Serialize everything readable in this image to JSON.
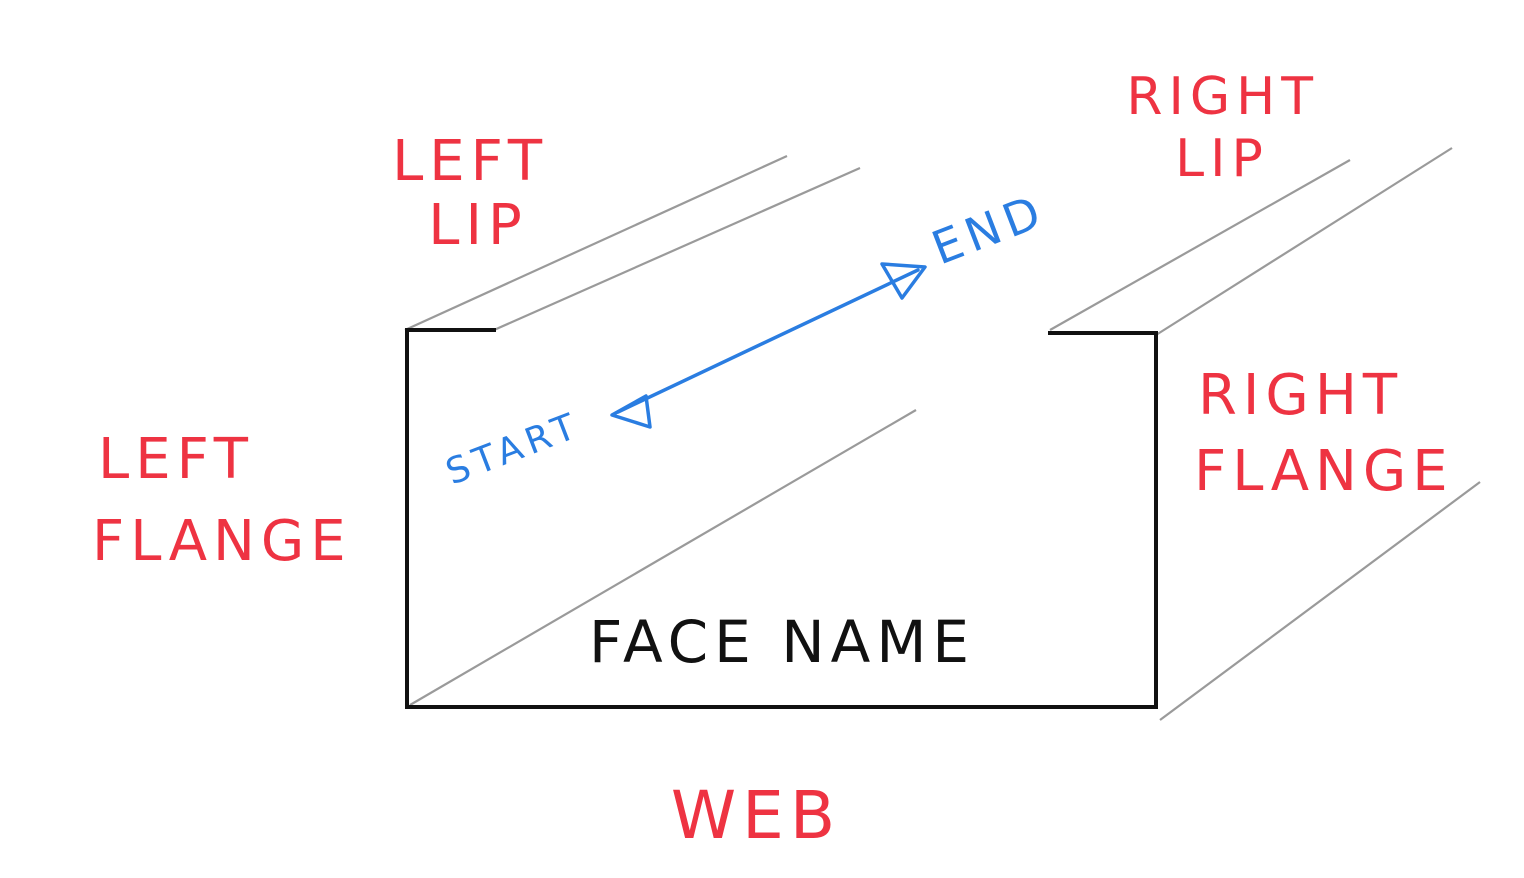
{
  "labels": {
    "left_lip": [
      "LEFT",
      "LIP"
    ],
    "right_lip": [
      "RIGHT",
      "LIP"
    ],
    "left_flange": [
      "LEFT",
      "FLANGE"
    ],
    "right_flange": [
      "RIGHT",
      "FLANGE"
    ],
    "web": "WEB",
    "face_name": "FACE NAME",
    "start": "START",
    "end": "END"
  },
  "colors": {
    "part_labels": "#ee3342",
    "direction": "#2a7de1",
    "outline": "#111111",
    "depth_edges": "#9a9a9a"
  }
}
